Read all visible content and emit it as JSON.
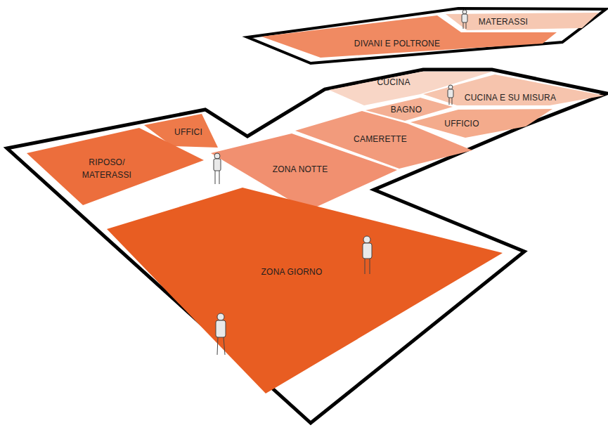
{
  "diagram": {
    "nodes": [
      {
        "text": [
          "DIVANI E POLTRONE"
        ]
      },
      {
        "text": [
          "MATERASSI"
        ]
      },
      {
        "text": [
          "CUCINA"
        ]
      },
      {
        "text": [
          "CUCINA E SU MISURA"
        ]
      },
      {
        "text": [
          "BAGNO"
        ]
      },
      {
        "text": [
          "UFFICIO"
        ]
      },
      {
        "text": [
          "CAMERETTE"
        ]
      },
      {
        "text": [
          "UFFICI"
        ]
      },
      {
        "text": [
          "RIPOSO/ MATERASSI"
        ]
      },
      {
        "text": [
          "ZONA NOTTE"
        ]
      },
      {
        "text": [
          "ZONA GIORNO"
        ]
      }
    ]
  }
}
